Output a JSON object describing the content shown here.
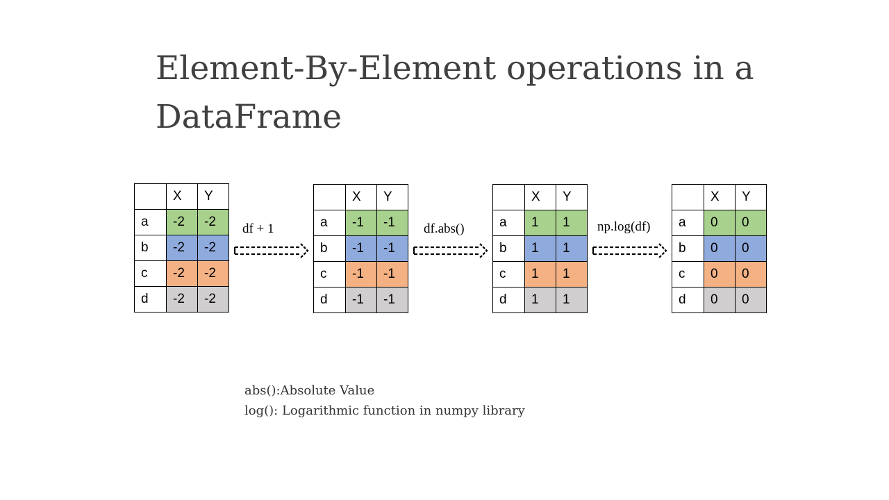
{
  "title": "Element-By-Element operations in a DataFrame",
  "columns": [
    "X",
    "Y"
  ],
  "rows": [
    "a",
    "b",
    "c",
    "d"
  ],
  "row_colors": {
    "a": "#a9d18e",
    "b": "#8faadc",
    "c": "#f4b183",
    "d": "#d0cece"
  },
  "frames": [
    {
      "values": [
        [
          "-2",
          "-2"
        ],
        [
          "-2",
          "-2"
        ],
        [
          "-2",
          "-2"
        ],
        [
          "-2",
          "-2"
        ]
      ]
    },
    {
      "values": [
        [
          "-1",
          "-1"
        ],
        [
          "-1",
          "-1"
        ],
        [
          "-1",
          "-1"
        ],
        [
          "-1",
          "-1"
        ]
      ]
    },
    {
      "values": [
        [
          "1",
          "1"
        ],
        [
          "1",
          "1"
        ],
        [
          "1",
          "1"
        ],
        [
          "1",
          "1"
        ]
      ]
    },
    {
      "values": [
        [
          "0",
          "0"
        ],
        [
          "0",
          "0"
        ],
        [
          "0",
          "0"
        ],
        [
          "0",
          "0"
        ]
      ]
    }
  ],
  "operations": [
    "df + 1",
    "df.abs()",
    "np.log(df)"
  ],
  "notes": [
    "abs():Absolute Value",
    "log(): Logarithmic function in numpy library"
  ]
}
